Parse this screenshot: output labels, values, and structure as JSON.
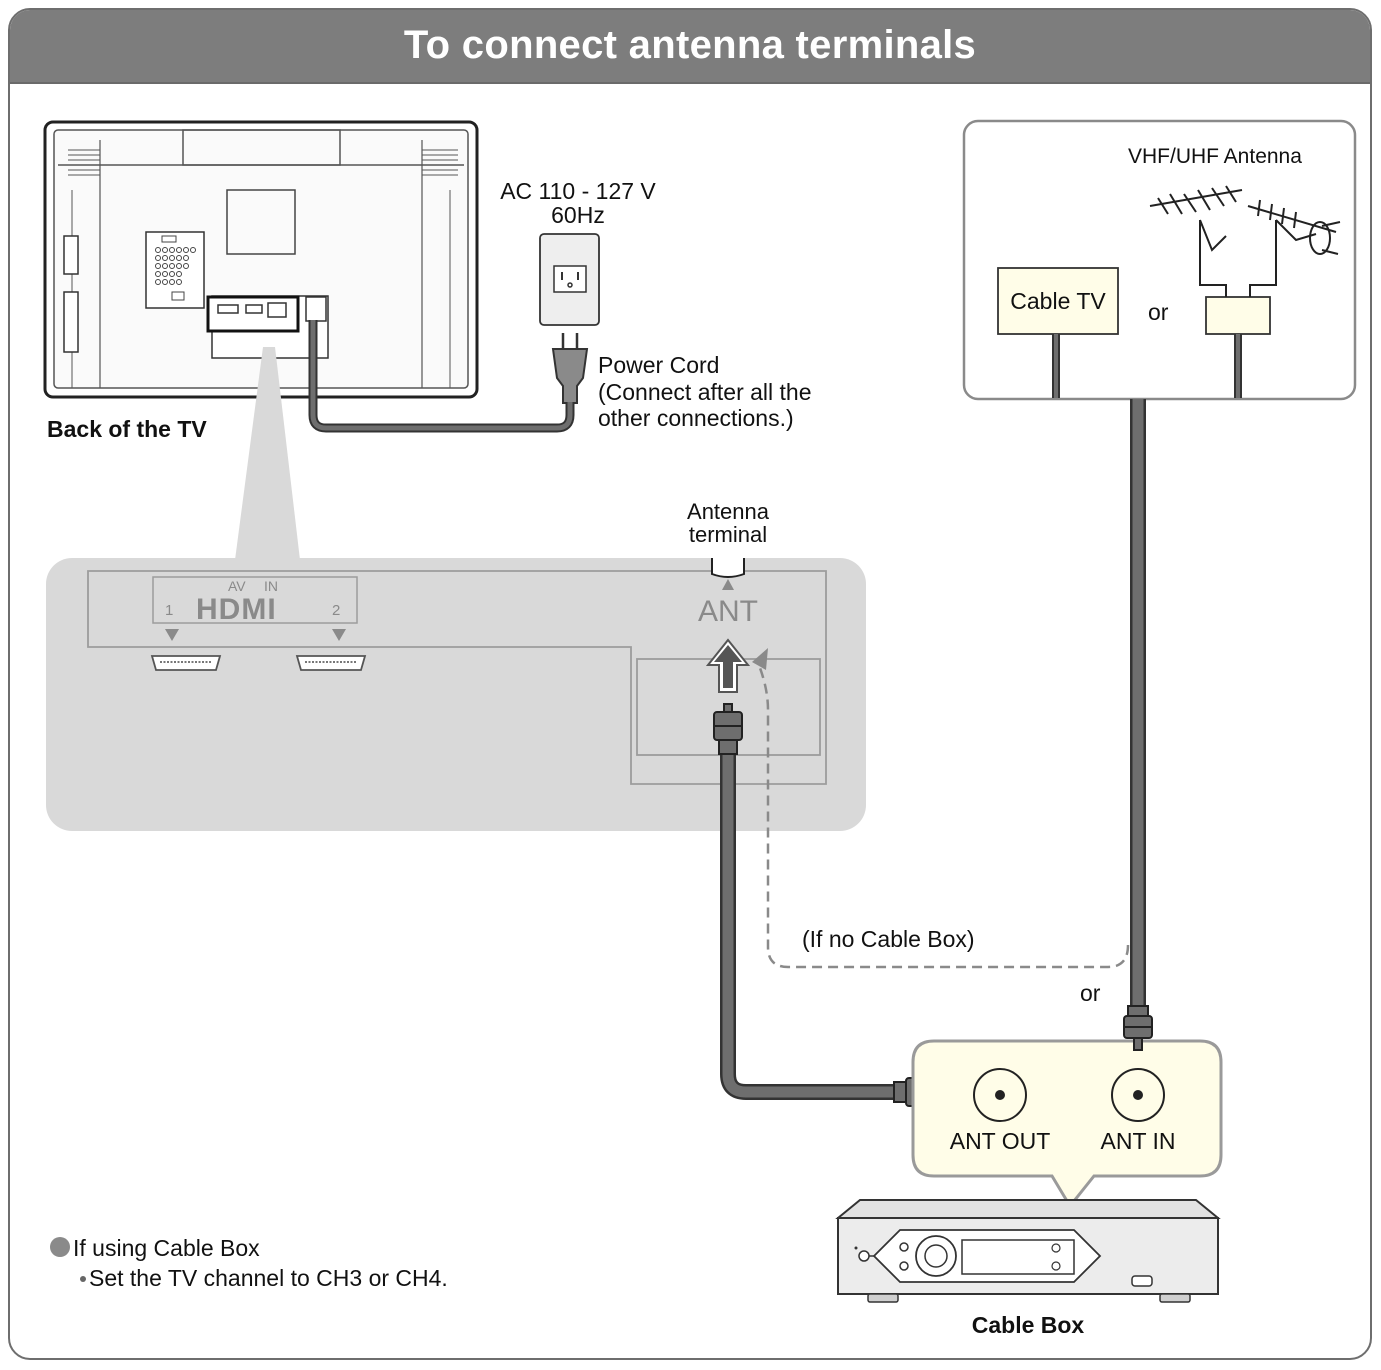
{
  "header": {
    "title": "To connect antenna terminals"
  },
  "tv": {
    "back_label": "Back of the TV"
  },
  "power": {
    "outlet_voltage": "AC 110 - 127 V",
    "outlet_freq": "60Hz",
    "cord_line1": "Power Cord",
    "cord_line2": "(Connect after all the",
    "cord_line3": "other connections.)"
  },
  "panel": {
    "av_label": "AV",
    "in_label": "IN",
    "hdmi_logo": "HDMI",
    "hdmi_port1": "1",
    "hdmi_port2": "2",
    "ant_label": "ANT",
    "antenna_terminal_line1": "Antenna",
    "antenna_terminal_line2": "terminal"
  },
  "source": {
    "antenna_label": "VHF/UHF Antenna",
    "cable_tv_label": "Cable TV",
    "or_label": "or"
  },
  "connections": {
    "no_cable_box_label": "(If no Cable Box)",
    "or_label": "or"
  },
  "cable_box": {
    "ant_out_label": "ANT OUT",
    "ant_in_label": "ANT IN",
    "name": "Cable Box"
  },
  "notes": {
    "bullet_main": "If using Cable Box",
    "bullet_sub": "Set the TV channel to CH3 or CH4."
  }
}
